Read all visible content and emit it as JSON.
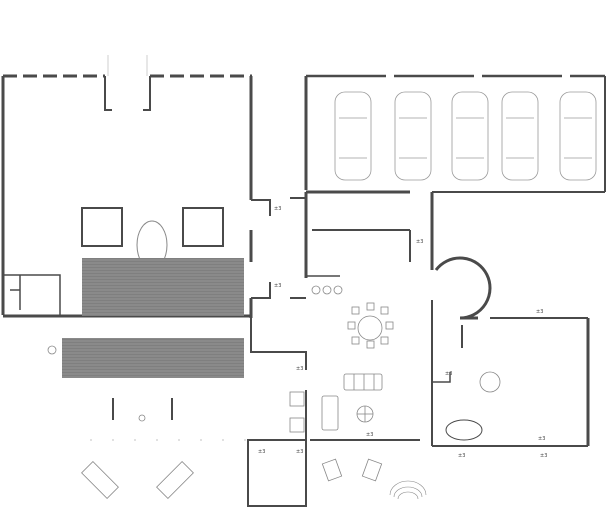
{
  "floor_plan": {
    "colors": {
      "wall": "#4a4a4a",
      "hatch": "#7a7a7a",
      "furniture": "#8a8a8a",
      "background": "#ffffff"
    },
    "labels": {
      "left_corridor_upper": "±3",
      "left_corridor_lower": "±3",
      "kitchen": "±3",
      "living": "±3",
      "bedroom_left": "±3",
      "bedroom_right": "±3",
      "bedroom_bottom": "±3",
      "garage_bottom_left": "±3",
      "garage_bottom_right": "±3",
      "bath": "±3",
      "storage": "±3",
      "top_right_room": "±3"
    },
    "icons": [
      "car-icon",
      "bed-icon",
      "sofa-icon",
      "dining-table-icon",
      "bathtub-icon",
      "stair-icon",
      "lounger-icon"
    ]
  }
}
